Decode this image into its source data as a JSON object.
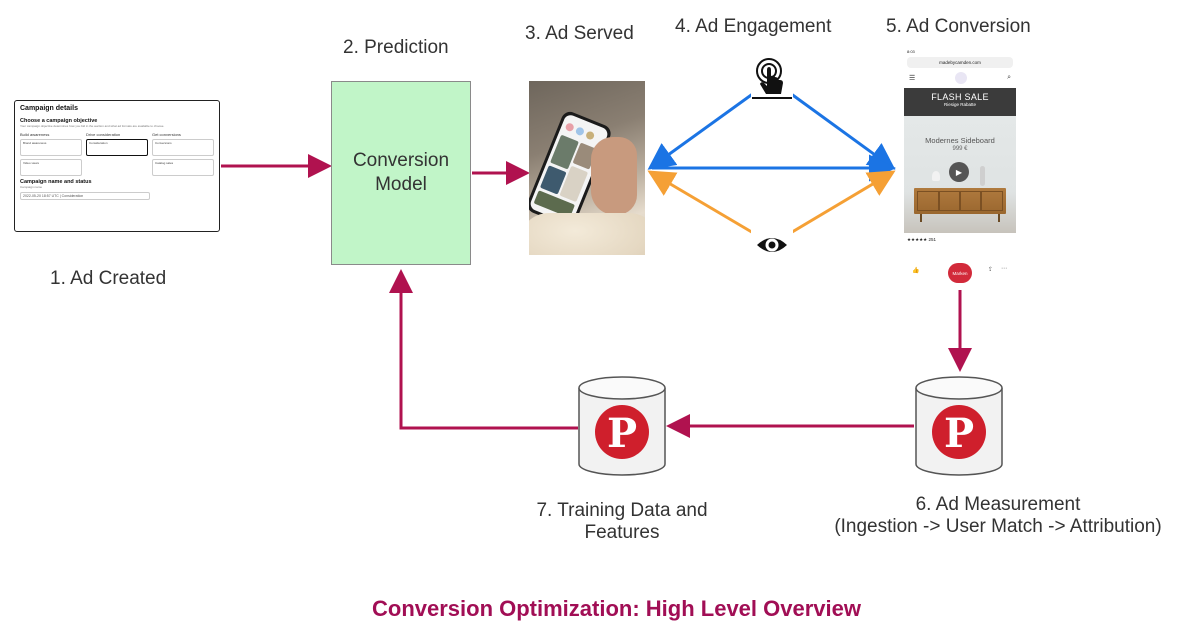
{
  "steps": {
    "ad_created": "1. Ad Created",
    "prediction": "2. Prediction",
    "ad_served": "3. Ad Served",
    "ad_engagement": "4. Ad Engagement",
    "ad_conversion": "5. Ad Conversion",
    "ad_measurement_line1": "6. Ad Measurement",
    "ad_measurement_line2": "(Ingestion -> User Match -> Attribution)",
    "training_line1": "7. Training Data and",
    "training_line2": "Features"
  },
  "model": {
    "line1": "Conversion",
    "line2": "Model"
  },
  "campaign_form": {
    "title": "Campaign details",
    "objective_heading": "Choose a campaign objective",
    "objective_desc": "Your campaign objective determines how you bid in the auction and what ad formats are available to choose.",
    "columns": [
      {
        "title": "Build awareness",
        "options": [
          "Brand awareness",
          "Video views"
        ]
      },
      {
        "title": "Drive consideration",
        "options": [
          "Consideration"
        ]
      },
      {
        "title": "Get conversions",
        "options": [
          "Conversions",
          "Catalog sales"
        ]
      }
    ],
    "name_heading": "Campaign name and status",
    "name_label": "Campaign name",
    "name_value": "2022-05-20 18:57 UTC | Consideration"
  },
  "mobile": {
    "time": "8:03",
    "url": "madebycamden.com",
    "banner_title": "FLASH SALE",
    "banner_sub": "Riesige Rabatte",
    "product_name": "Modernes Sideboard",
    "product_price": "999 €",
    "rating_count": "251",
    "button_label": "Marken"
  },
  "icons": {
    "engagement_click": "click-hand-icon",
    "engagement_view": "eye-icon",
    "database": "pinterest-database-icon"
  },
  "colors": {
    "arrow_main": "#b0124f",
    "arrow_click": "#1b74e4",
    "arrow_view": "#f5a035",
    "model_fill": "#c1f5c8",
    "pinterest_red": "#cf1f2c",
    "title": "#a10e55"
  },
  "footer_title": "Conversion Optimization: High Level Overview"
}
